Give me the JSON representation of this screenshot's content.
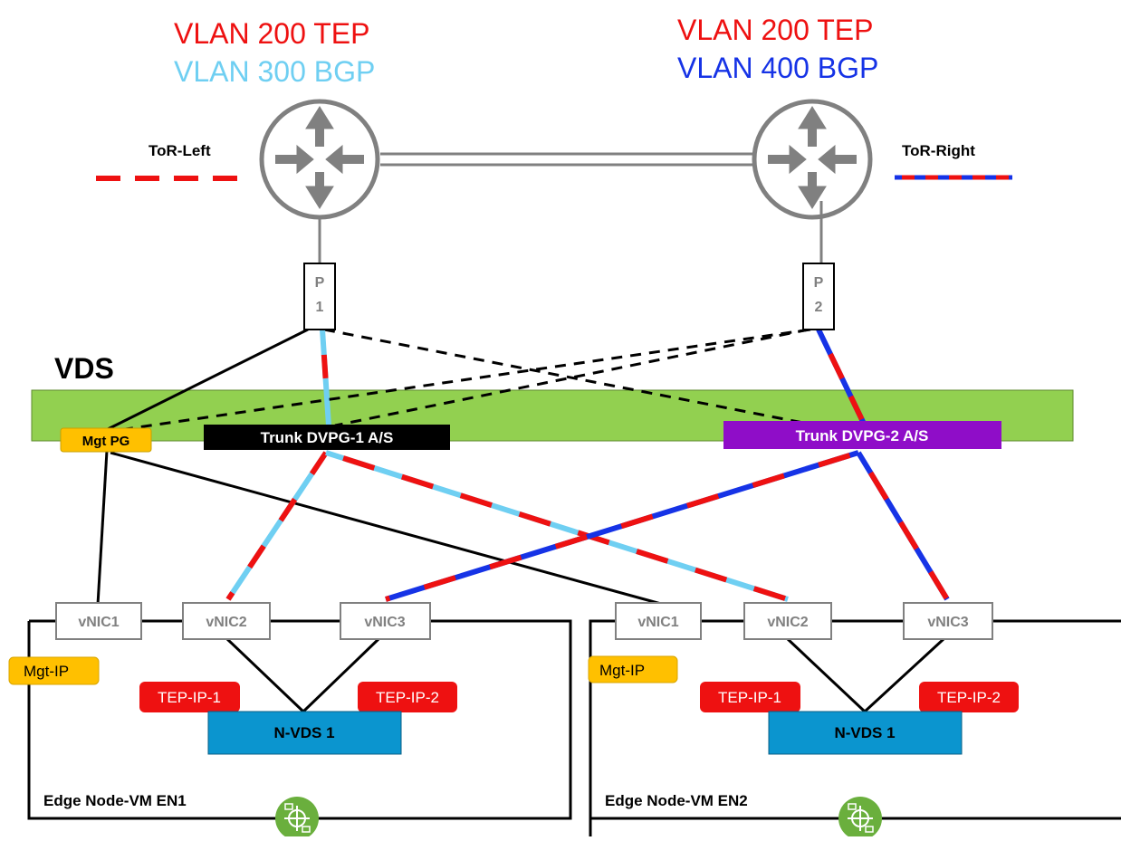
{
  "left_router": {
    "vlan_tep": "VLAN 200 TEP",
    "vlan_bgp": "VLAN 300 BGP",
    "name": "ToR-Left",
    "port_line1": "P",
    "port_line2": "1"
  },
  "right_router": {
    "vlan_tep": "VLAN 200  TEP",
    "vlan_bgp": "VLAN 400 BGP",
    "name": "ToR-Right",
    "port_line1": "P",
    "port_line2": "2"
  },
  "vds": {
    "label": "VDS",
    "mgt_pg": "Mgt PG",
    "trunk1": "Trunk DVPG-1 A/S",
    "trunk2": "Trunk  DVPG-2 A/S"
  },
  "edge1": {
    "name": "Edge Node-VM EN1",
    "vnic1": "vNIC1",
    "vnic2": "vNIC2",
    "vnic3": "vNIC3",
    "mgt_ip": "Mgt-IP",
    "tep1": "TEP-IP-1",
    "tep2": "TEP-IP-2",
    "nvds": "N-VDS 1"
  },
  "edge2": {
    "name": "Edge Node-VM EN2",
    "vnic1": "vNIC1",
    "vnic2": "vNIC2",
    "vnic3": "vNIC3",
    "mgt_ip": "Mgt-IP",
    "tep1": "TEP-IP-1",
    "tep2": "TEP-IP-2",
    "nvds": "N-VDS 1"
  },
  "colors": {
    "tep": "#ee1111",
    "bgp300": "#6fcff2",
    "bgp400": "#1633e6",
    "vds": "#92d050",
    "mgt": "#ffc000",
    "trunk1": "#000000",
    "trunk2": "#8f0dc8",
    "nvds": "#0b95cf",
    "router": "#808080"
  }
}
